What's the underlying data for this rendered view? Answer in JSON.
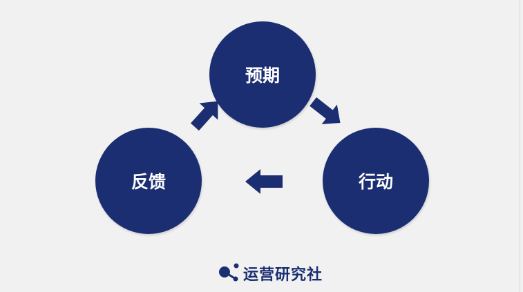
{
  "nodes": {
    "expectation": "预期",
    "action": "行动",
    "feedback": "反馈"
  },
  "logo": {
    "text": "运营研究社",
    "icon": "molecule-dots-icon"
  },
  "colors": {
    "primary": "#1b2e72",
    "background": "#f1f1f1"
  }
}
